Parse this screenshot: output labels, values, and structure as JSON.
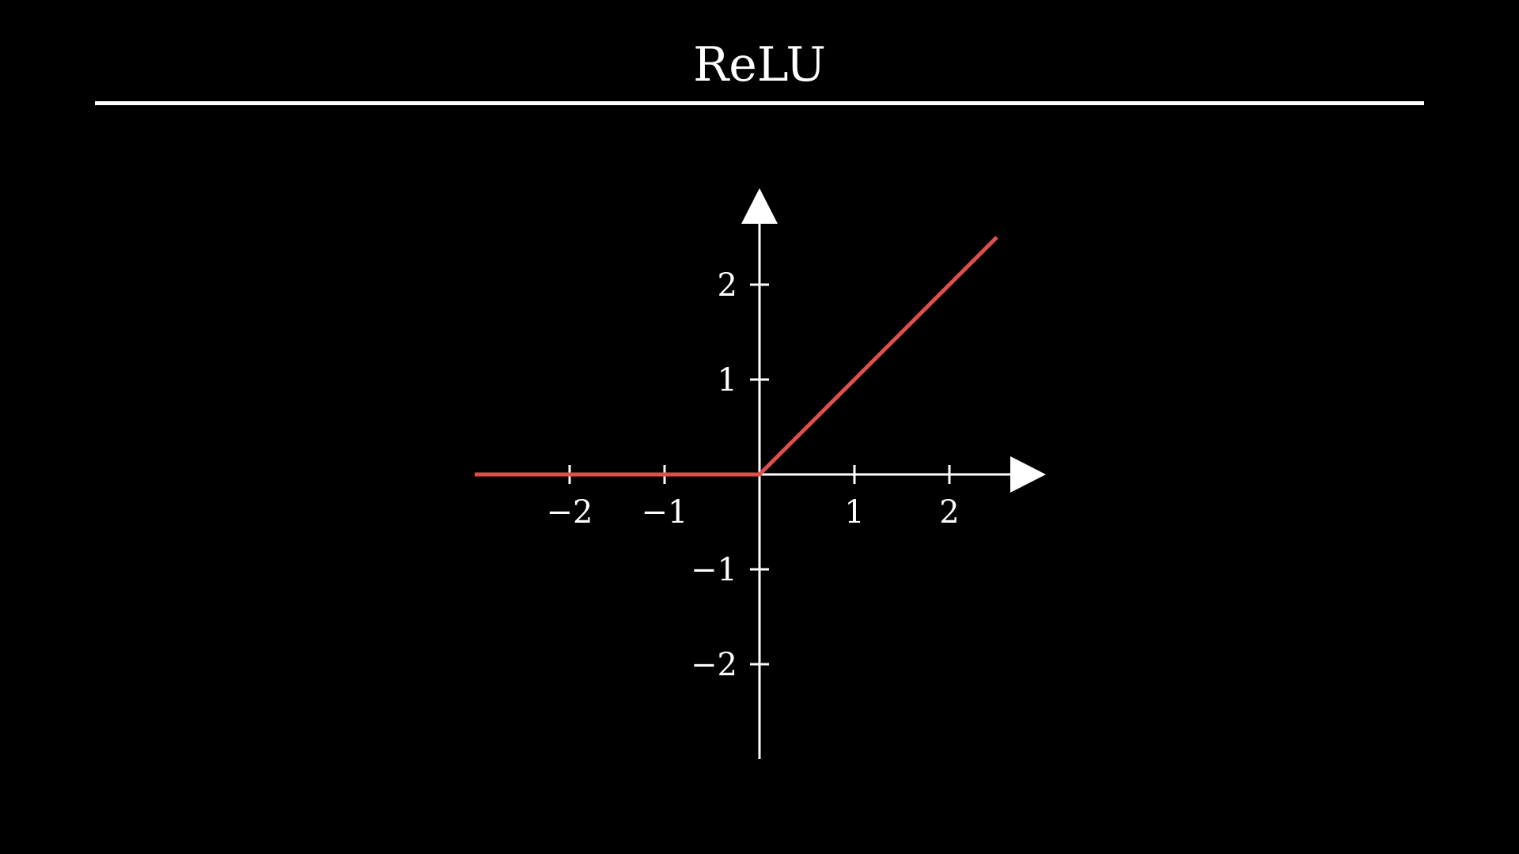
{
  "title": "ReLU",
  "colors": {
    "background": "#000000",
    "axes": "#ffffff",
    "curve": "#e0504a"
  },
  "chart_data": {
    "type": "line",
    "title": "ReLU",
    "xlabel": "",
    "ylabel": "",
    "xlim": [
      -3,
      3
    ],
    "ylim": [
      -3,
      3
    ],
    "x_ticks": [
      -2,
      -1,
      1,
      2
    ],
    "y_ticks": [
      2,
      1,
      -1,
      -2
    ],
    "x_tick_labels": [
      "−2",
      "−1",
      "1",
      "2"
    ],
    "y_tick_labels": [
      "2",
      "1",
      "−1",
      "−2"
    ],
    "grid": false,
    "series": [
      {
        "x": [
          -3,
          0,
          2.5
        ],
        "y": [
          0,
          0,
          2.5
        ]
      }
    ]
  }
}
